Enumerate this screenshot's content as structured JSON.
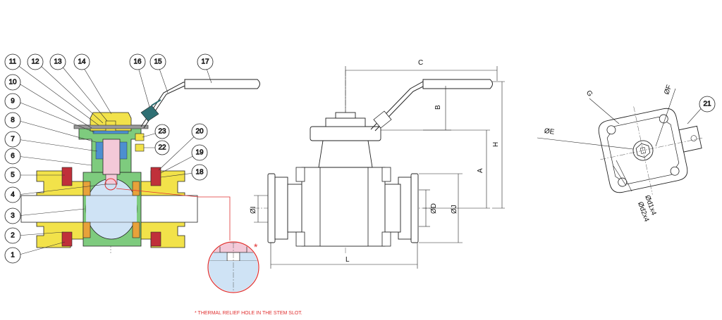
{
  "callouts": {
    "c1": "1",
    "c2": "2",
    "c3": "3",
    "c4": "4",
    "c5": "5",
    "c6": "6",
    "c7": "7",
    "c8": "8",
    "c9": "9",
    "c10": "10",
    "c11": "11",
    "c12": "12",
    "c13": "13",
    "c14": "14",
    "c15": "15",
    "c16": "16",
    "c17": "17",
    "c18": "18",
    "c19": "19",
    "c20": "20",
    "c21": "21",
    "c22": "22",
    "c23": "23"
  },
  "dimensions": {
    "C": "C",
    "B": "B",
    "H": "H",
    "A": "A",
    "L": "L",
    "OI": "ØI",
    "OD": "ØD",
    "OJ": "ØJ",
    "G": "G",
    "OF": "ØF",
    "OE": "ØE",
    "Od1x4": "Ød1x4",
    "Od2x4": "Ød2x4"
  },
  "note": {
    "asterisk": "*",
    "text": "* THERMAL RELIEF HOLE IN THE STEM SLOT."
  },
  "colors": {
    "body_yellow": "#f2e24a",
    "bonnet_green": "#7ecb7e",
    "ball_blue": "#cfe3f5",
    "stem_pink": "#f3c9d8",
    "seal_red": "#c0303a",
    "handle_teal": "#2f6f73",
    "detail_red": "#e03030",
    "gasket_orange": "#e8a23a"
  }
}
